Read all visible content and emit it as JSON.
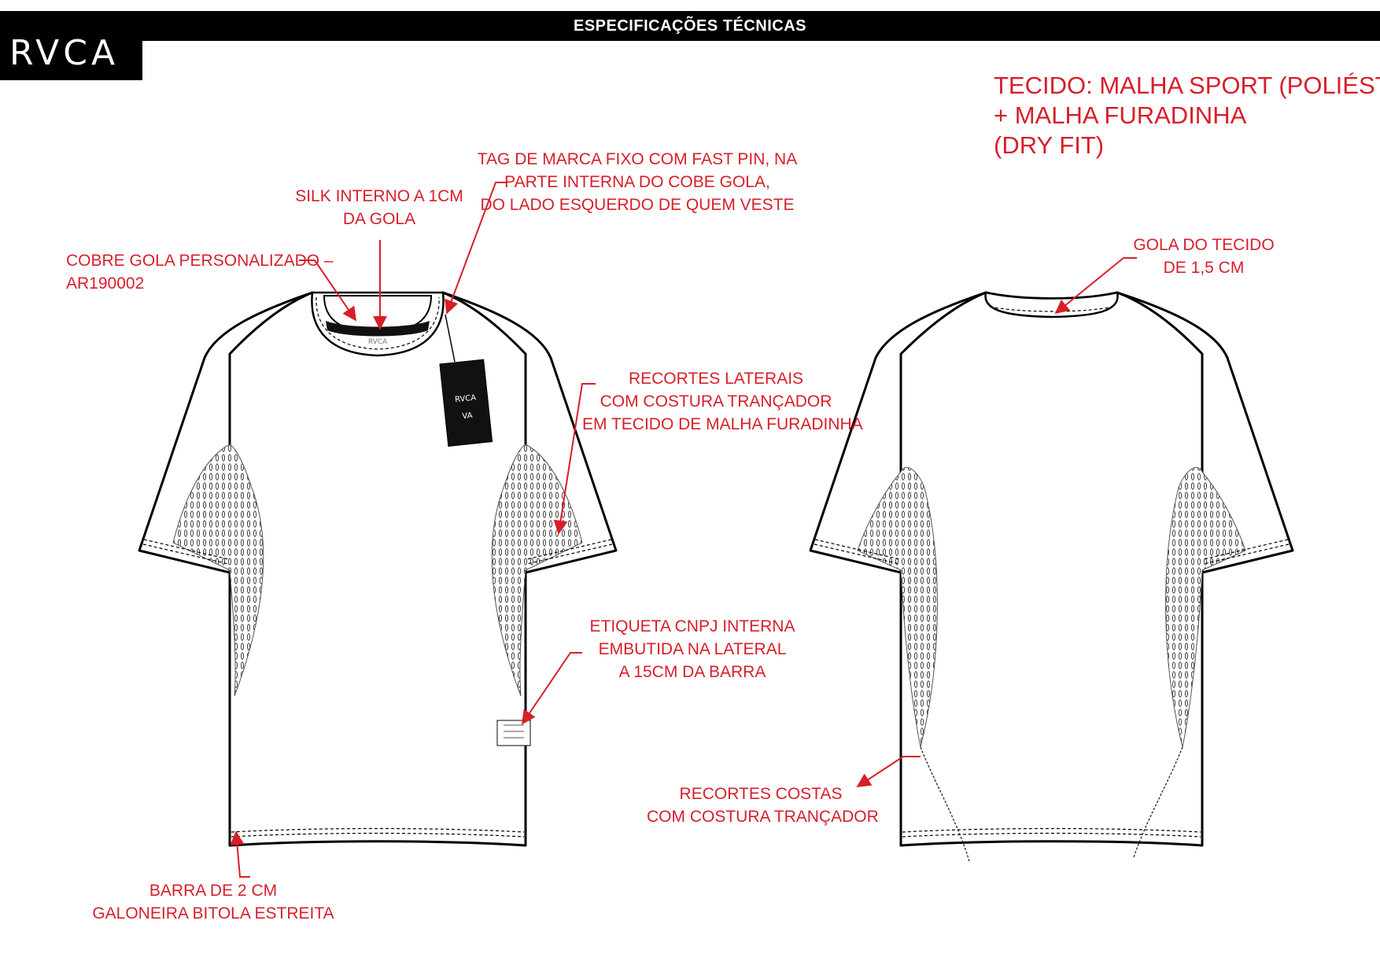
{
  "header": {
    "brand": "RVCA",
    "title": "ESPECIFICAÇÕES TÉCNICAS"
  },
  "fabric_note": {
    "lines": [
      "TECIDO: MALHA SPORT (POLIÉSTER)",
      "+ MALHA FURADINHA",
      "(DRY FIT)"
    ]
  },
  "front_annotations": {
    "collar_cover": {
      "lines": [
        "COBRE GOLA PERSONALIZADO –",
        "AR190002"
      ]
    },
    "inner_silk": {
      "lines": [
        "SILK INTERNO A 1CM",
        "DA GOLA"
      ]
    },
    "brand_tag": {
      "lines": [
        "TAG DE MARCA FIXO COM FAST PIN, NA",
        "PARTE INTERNA DO COBE GOLA,",
        "DO LADO ESQUERDO  DE QUEM VESTE"
      ]
    },
    "side_panels": {
      "lines": [
        "RECORTES LATERAIS",
        "COM COSTURA TRANÇADOR",
        "EM TECIDO DE MALHA FURADINHA"
      ]
    },
    "cnpj_label": {
      "lines": [
        "ETIQUETA CNPJ INTERNA",
        "EMBUTIDA NA LATERAL",
        "A 15CM DA BARRA"
      ]
    },
    "hem": {
      "lines": [
        "BARRA DE 2 CM",
        "GALONEIRA BITOLA ESTREITA"
      ]
    }
  },
  "back_annotations": {
    "collar": {
      "lines": [
        "GOLA DO TECIDO",
        "DE 1,5 CM"
      ]
    },
    "back_panels": {
      "lines": [
        "RECORTES COSTAS",
        "COM COSTURA TRANÇADOR"
      ]
    }
  },
  "hang_tag": {
    "brand": "RVCA",
    "mark": "VA"
  },
  "neck_label": {
    "brand": "RVCA"
  },
  "colors": {
    "annotation": "#d71f2a",
    "outline": "#000000",
    "mesh_shadow": "#c8c8c8"
  }
}
